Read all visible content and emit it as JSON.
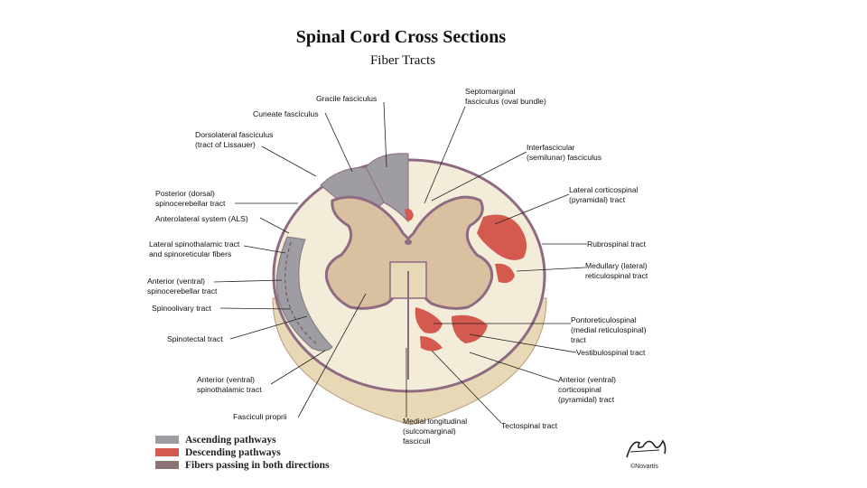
{
  "title": "Spinal Cord Cross Sections",
  "subtitle": "Fiber Tracts",
  "colors": {
    "ascending": "#a09ca3",
    "descending": "#d45a4f",
    "both": "#8a7474",
    "white_matter": "#f3ecd8",
    "gray_matter": "#d9c0a0",
    "border": "#8e6a83"
  },
  "labels": {
    "septomarginal": [
      "Septomarginal",
      "fasciculus (oval bundle)"
    ],
    "gracile": [
      "Gracile fasciculus"
    ],
    "cuneate": [
      "Cuneate fasciculus"
    ],
    "dorsolateral": [
      "Dorsolateral fasciculus",
      "(tract of Lissauer)"
    ],
    "interfascicular": [
      "Interfascicular",
      "(semilunar) fasciculus"
    ],
    "posterior_spinocerebellar": [
      "Posterior (dorsal)",
      "spinocerebellar tract"
    ],
    "lateral_corticospinal": [
      "Lateral corticospinal",
      "(pyramidal) tract"
    ],
    "anterolateral_system": [
      "Anterolateral system (ALS)"
    ],
    "lateral_spinothalamic": [
      "Lateral spinothalamic tract",
      "and spinoreticular fibers"
    ],
    "rubrospinal": [
      "Rubrospinal tract"
    ],
    "medullary_reticulospinal": [
      "Medullary (lateral)",
      "reticulospinal tract"
    ],
    "anterior_spinocerebellar": [
      "Anterior (ventral)",
      "spinocerebellar tract"
    ],
    "spinoolivary": [
      "Spinoolivary tract"
    ],
    "pontoreticulospinal": [
      "Pontoreticulospinal",
      "(medial reticulospinal)",
      "tract"
    ],
    "spinotectal": [
      "Spinotectal tract"
    ],
    "vestibulospinal": [
      "Vestibulospinal tract"
    ],
    "anterior_spinothalamic": [
      "Anterior (ventral)",
      "spinothalamic tract"
    ],
    "anterior_corticospinal": [
      "Anterior (ventral)",
      "corticospinal",
      "(pyramidal) tract"
    ],
    "fasciculi_proprii": [
      "Fasciculi proprii"
    ],
    "medial_longitudinal": [
      "Medial longitudinal",
      "(sulcomarginal)",
      "fasciculi"
    ],
    "tectospinal": [
      "Tectospinal tract"
    ]
  },
  "legend": [
    {
      "label": "Ascending pathways",
      "color": "#a09ca3"
    },
    {
      "label": "Descending pathways",
      "color": "#d45a4f"
    },
    {
      "label": "Fibers passing in both directions",
      "color": "#8a7474"
    }
  ],
  "copyright": "©Novartis"
}
